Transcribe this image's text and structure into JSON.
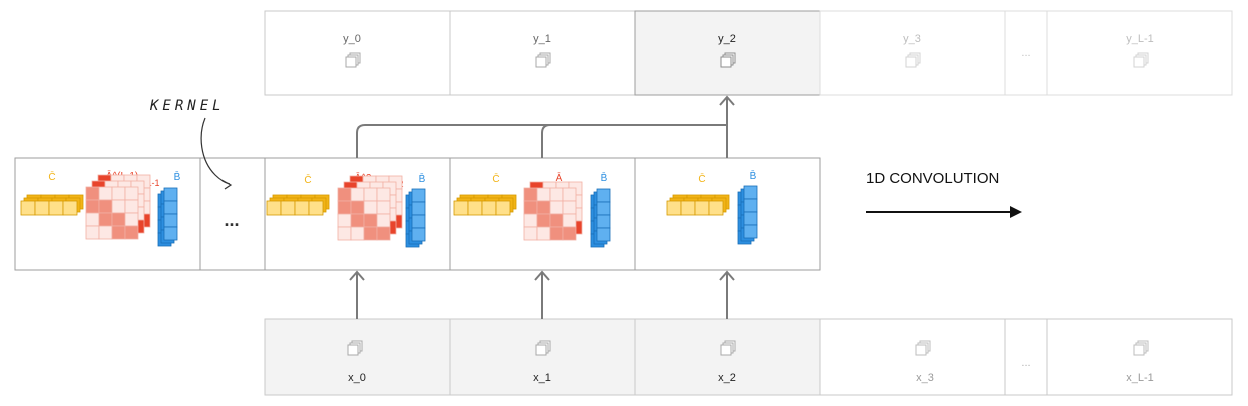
{
  "outputs": {
    "cells": [
      {
        "label": "y_0",
        "state": "normal"
      },
      {
        "label": "y_1",
        "state": "normal"
      },
      {
        "label": "y_2",
        "state": "highlight"
      },
      {
        "label": "y_3",
        "state": "faded"
      },
      {
        "label": "...",
        "state": "ellipsis"
      },
      {
        "label": "y_L-1",
        "state": "faded"
      }
    ]
  },
  "inputs": {
    "cells": [
      {
        "label": "x_0",
        "state": "highlight"
      },
      {
        "label": "x_1",
        "state": "highlight"
      },
      {
        "label": "x_2",
        "state": "highlight"
      },
      {
        "label": "x_3",
        "state": "faded"
      },
      {
        "label": "...",
        "state": "ellipsis"
      },
      {
        "label": "x_L-1",
        "state": "faded"
      }
    ]
  },
  "kernel": {
    "annotation": "KERNEL",
    "ellipsis": "...",
    "panels": [
      {
        "c": "C̄",
        "a": "Ā^(L-1)",
        "b": "B̄",
        "power": "L-1",
        "has_a": true
      },
      {
        "c": "C̄",
        "a": "Ā^2",
        "b": "B̄",
        "power": "2",
        "has_a": true
      },
      {
        "c": "C̄",
        "a": "Ā",
        "b": "B̄",
        "power": "",
        "has_a": true
      },
      {
        "c": "C̄",
        "a": "",
        "b": "B̄",
        "power": "",
        "has_a": false
      }
    ]
  },
  "operation": {
    "label": "1D CONVOLUTION"
  },
  "colors": {
    "c": "#f2b417",
    "a": "#e8442b",
    "a_light": "#f8b4a8",
    "b": "#2d8fe0",
    "border": "#b8b8b8",
    "highlight_fill": "#f3f3f3",
    "text": "#222222",
    "faded_text": "#b5b5b5",
    "arrow": "#7a7a7a"
  }
}
